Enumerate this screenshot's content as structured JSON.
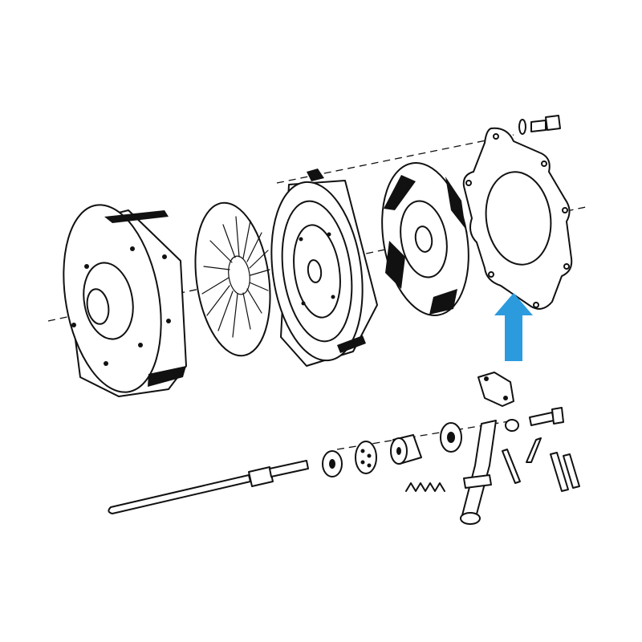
{
  "diagram": {
    "kind": "exploded parts drawing",
    "callout": {
      "color": "#2b9bde",
      "shape": "up-arrow",
      "points_to": "cover-plate"
    },
    "parts": [
      "flywheel",
      "diaphragm-spring",
      "pressure-plate",
      "clutch-disc",
      "cover-plate",
      "bolt",
      "washer",
      "release-fork-bracket",
      "release-fork",
      "release-bearing",
      "bearing-carrier",
      "bearing-cage",
      "collar",
      "spring",
      "input-shaft",
      "pins"
    ]
  }
}
